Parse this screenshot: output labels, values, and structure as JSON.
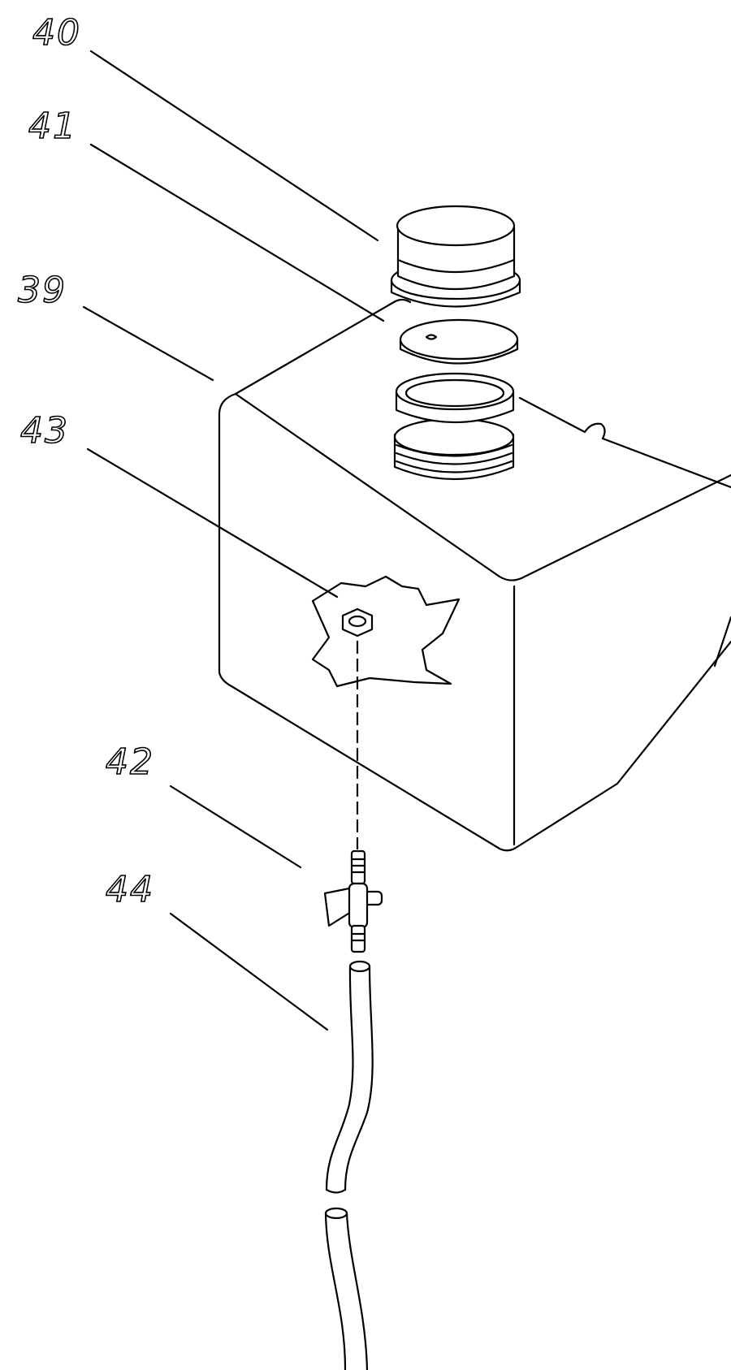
{
  "figure": {
    "reference_numerals": {
      "cap": "40",
      "disc": "41",
      "tank": "39",
      "gasket": "43",
      "valve": "42",
      "hose": "44"
    }
  }
}
